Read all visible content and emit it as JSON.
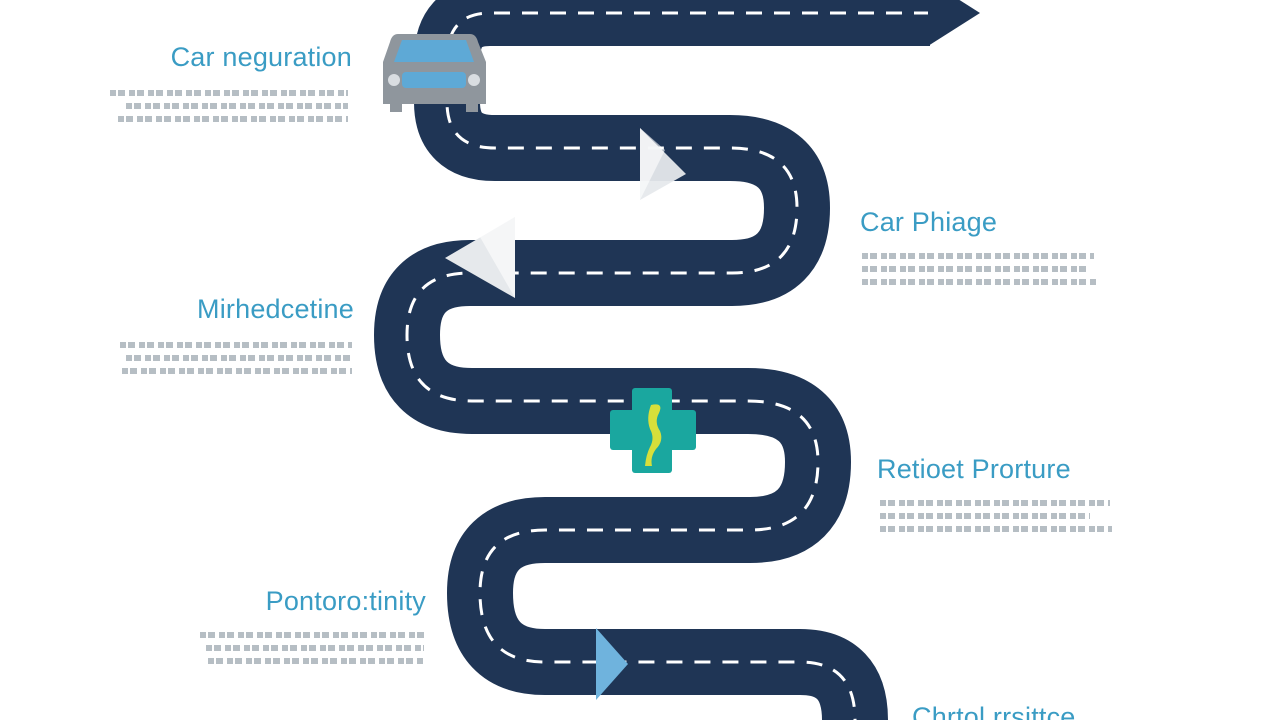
{
  "colors": {
    "road": "#1f3555",
    "road_dash": "#ffffff",
    "title": "#3a9cc4",
    "filler_text": "#a9b2ba",
    "arrow_light": "#e6e9ec",
    "arrow_blue": "#6fb3dd",
    "medical_cross": "#1aa79f",
    "medical_symbol": "#d7df3a",
    "car_body": "#8f969d",
    "car_window": "#5ea9d6"
  },
  "icons": {
    "car": "car-icon",
    "direction_arrows": "arrow-icon",
    "medical": "medical-cross-icon"
  },
  "steps": [
    {
      "title": "Car neguration",
      "side": "left"
    },
    {
      "title": "Car Phiage",
      "side": "right"
    },
    {
      "title": "Mirhedcetine",
      "side": "left"
    },
    {
      "title": "Retioet Prorture",
      "side": "right"
    },
    {
      "title": "Pontoro:tinity",
      "side": "left"
    },
    {
      "title": "Chrtol rrsittce",
      "side": "right"
    }
  ]
}
